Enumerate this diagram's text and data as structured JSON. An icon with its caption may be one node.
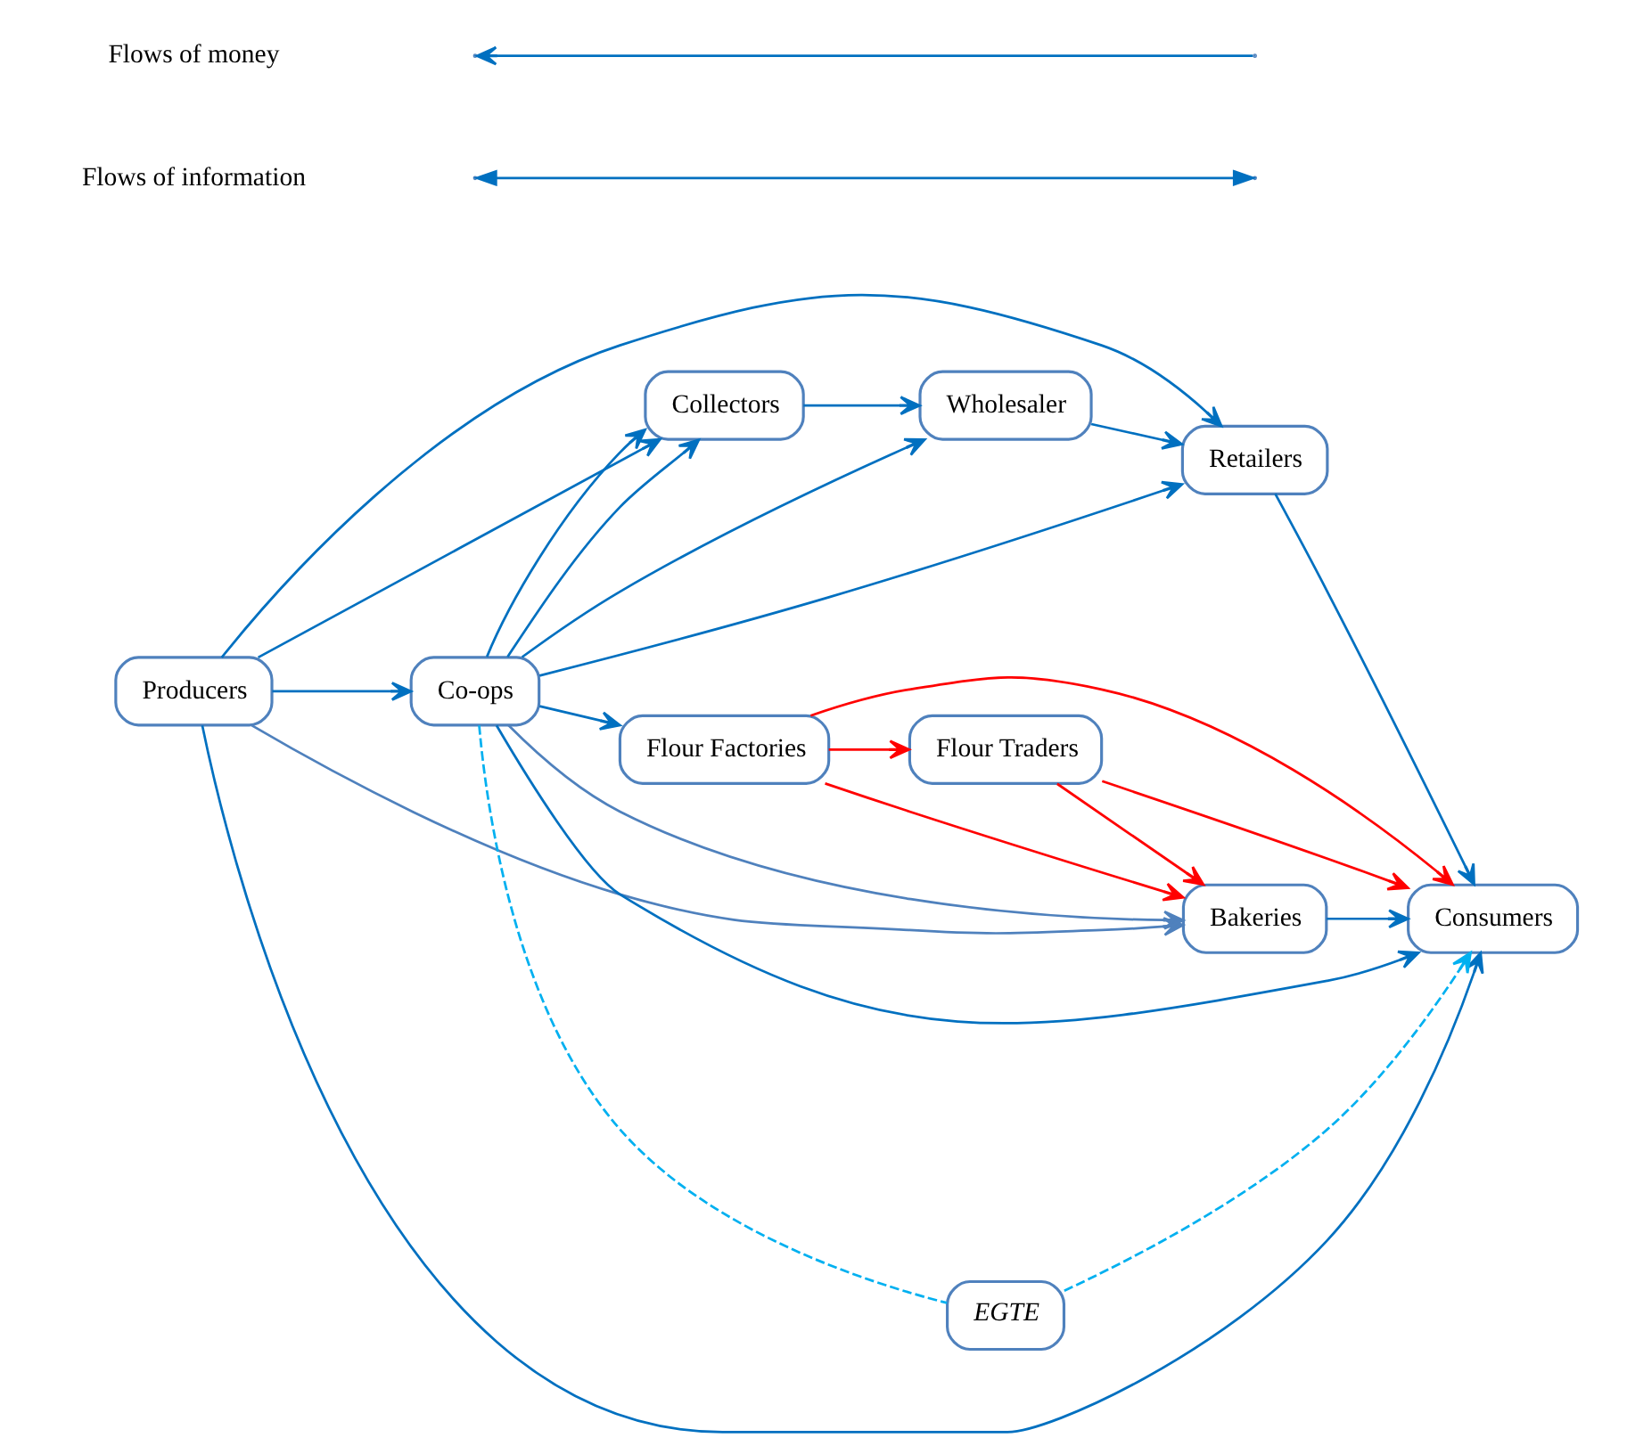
{
  "diagram": {
    "nodes": [
      {
        "text": [
          "Retailers"
        ]
      },
      {
        "text": [
          "Consumers"
        ]
      },
      {
        "text": [
          "Collectors"
        ]
      },
      {
        "text": [
          "Flour Traders"
        ]
      },
      {
        "text": [
          "Wholesaler"
        ]
      },
      {
        "text": [
          "Producers"
        ]
      },
      {
        "text": [
          "Co-ops"
        ]
      },
      {
        "text": [
          "Flour Factories"
        ]
      },
      {
        "text": [
          "Bakeries"
        ]
      },
      {
        "text": [
          "EGTE"
        ]
      }
    ],
    "edges": [
      {
        "from": 5,
        "to": 6,
        "arrow": "to"
      },
      {
        "from": 5,
        "to": 0,
        "arrow": "to"
      },
      {
        "from": 5,
        "to": 2,
        "arrow": "to"
      },
      {
        "from": 6,
        "to": 0,
        "arrow": "to"
      },
      {
        "from": 6,
        "to": 2,
        "arrow": "to"
      },
      {
        "from": 6,
        "to": 2,
        "arrow": "to"
      },
      {
        "from": 6,
        "to": 4,
        "arrow": "to"
      },
      {
        "from": 6,
        "to": 7,
        "arrow": "to"
      },
      {
        "from": 2,
        "to": 4,
        "arrow": "to"
      },
      {
        "from": 4,
        "to": 0,
        "arrow": "to"
      },
      {
        "from": 0,
        "to": 1,
        "arrow": "to"
      },
      {
        "from": 5,
        "to": 1,
        "arrow": "to"
      },
      {
        "from": 5,
        "to": 8,
        "arrow": "to",
        "color": "#4f81bd"
      },
      {
        "from": 6,
        "to": 1,
        "arrow": "to"
      },
      {
        "from": 6,
        "to": 8,
        "arrow": "to",
        "color": "#4f81bd"
      },
      {
        "from": 7,
        "to": 3,
        "arrow": "to",
        "color": "#ff0000"
      },
      {
        "from": 3,
        "to": 1,
        "arrow": "to",
        "color": "#ff0000"
      },
      {
        "from": 3,
        "to": 8,
        "arrow": "to",
        "color": "#ff0000"
      },
      {
        "from": 7,
        "to": 8,
        "arrow": "to",
        "color": "#ff0000"
      },
      {
        "from": 7,
        "to": 1,
        "arrow": "to",
        "color": "#ff0000"
      },
      {
        "from": 8,
        "to": 1,
        "arrow": "to"
      },
      {
        "from": 6,
        "to": 9,
        "arrow": "none",
        "style": "dashed",
        "color": "#00b0f0"
      },
      {
        "from": 9,
        "to": 1,
        "arrow": "to",
        "style": "dashed",
        "color": "#00b0f0"
      }
    ],
    "legend": [
      {
        "text": "Flows of money"
      },
      {
        "text": "Flows of information"
      }
    ]
  }
}
